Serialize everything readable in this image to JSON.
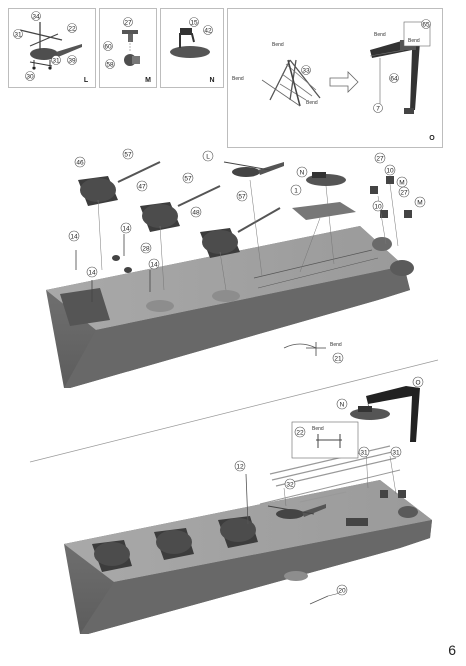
{
  "page_number": "6",
  "panels": {
    "L": {
      "letter": "L",
      "parts": [
        "34",
        "31",
        "22",
        "30",
        "31",
        "39"
      ]
    },
    "M": {
      "letter": "M",
      "parts": [
        "27",
        "60",
        "58"
      ]
    },
    "N": {
      "letter": "N",
      "parts": [
        "15",
        "42"
      ]
    },
    "O": {
      "letter": "O",
      "parts": [
        "33",
        "65",
        "64",
        "7"
      ],
      "bend_labels": [
        "Bend",
        "Bend",
        "Bend",
        "Bend",
        "Bend"
      ]
    }
  },
  "upper_callouts": [
    "46",
    "57",
    "L",
    "47",
    "57",
    "N",
    "27",
    "10",
    "M",
    "57",
    "48",
    "1",
    "27",
    "10",
    "M",
    "14",
    "28",
    "14",
    "14",
    "14",
    "21"
  ],
  "upper_bend": "Bend",
  "lower_callouts": [
    "O",
    "N",
    "22",
    "31",
    "12",
    "31",
    "32",
    "20"
  ],
  "lower_bend": "Bend"
}
